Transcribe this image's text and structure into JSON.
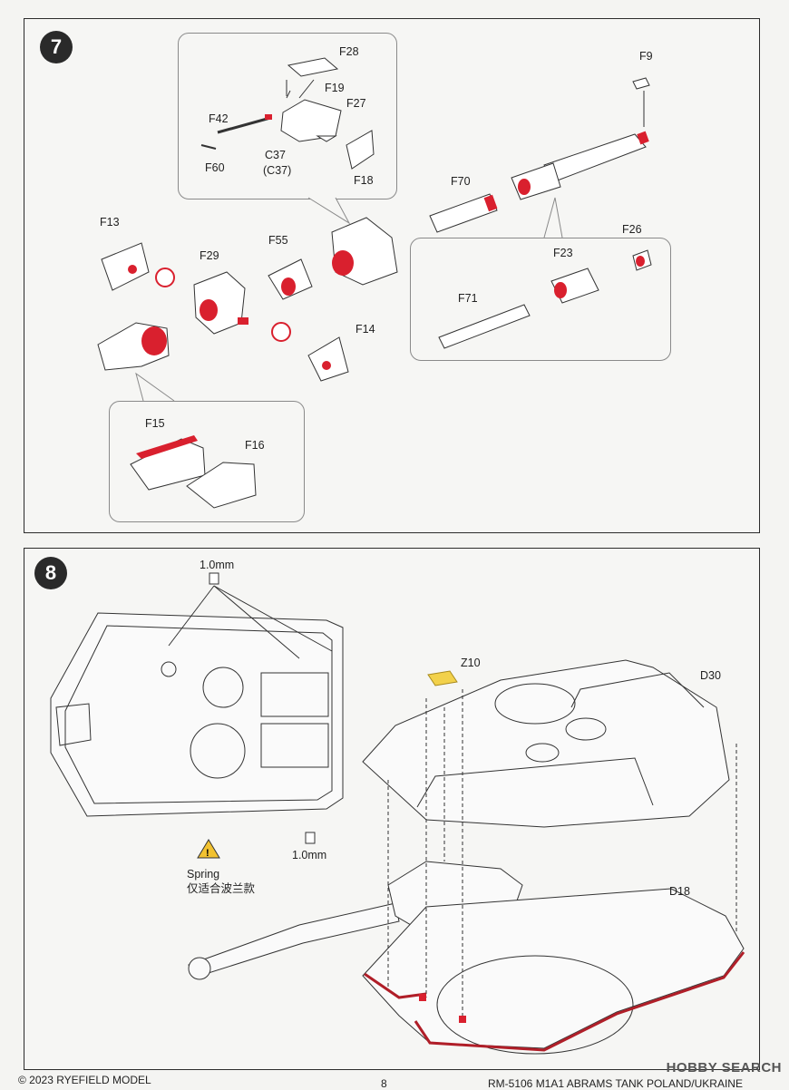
{
  "step7": {
    "number": "7",
    "labels": {
      "F28": "F28",
      "F19": "F19",
      "F27": "F27",
      "F42": "F42",
      "C37": "C37",
      "C37b": "(C37)",
      "F60": "F60",
      "F18": "F18",
      "F9": "F9",
      "F70": "F70",
      "F13": "F13",
      "F29": "F29",
      "F55": "F55",
      "F14": "F14",
      "F26": "F26",
      "F23": "F23",
      "F71": "F71",
      "F15": "F15",
      "F16": "F16"
    }
  },
  "step8": {
    "number": "8",
    "drill_top": "1.0mm",
    "drill_bottom": "1.0mm",
    "Z10": "Z10",
    "D30": "D30",
    "D18": "D18",
    "note_line1": "Spring",
    "note_line2": "仅适合波兰款"
  },
  "footer": {
    "copyright": "© 2023 RYEFIELD MODEL",
    "page": "8",
    "kit": "RM-5106 M1A1 ABRAMS TANK POLAND/UKRAINE"
  },
  "watermark": "HOBBY SEARCH",
  "colors": {
    "accent_red": "#d9202e",
    "line": "#333333"
  }
}
